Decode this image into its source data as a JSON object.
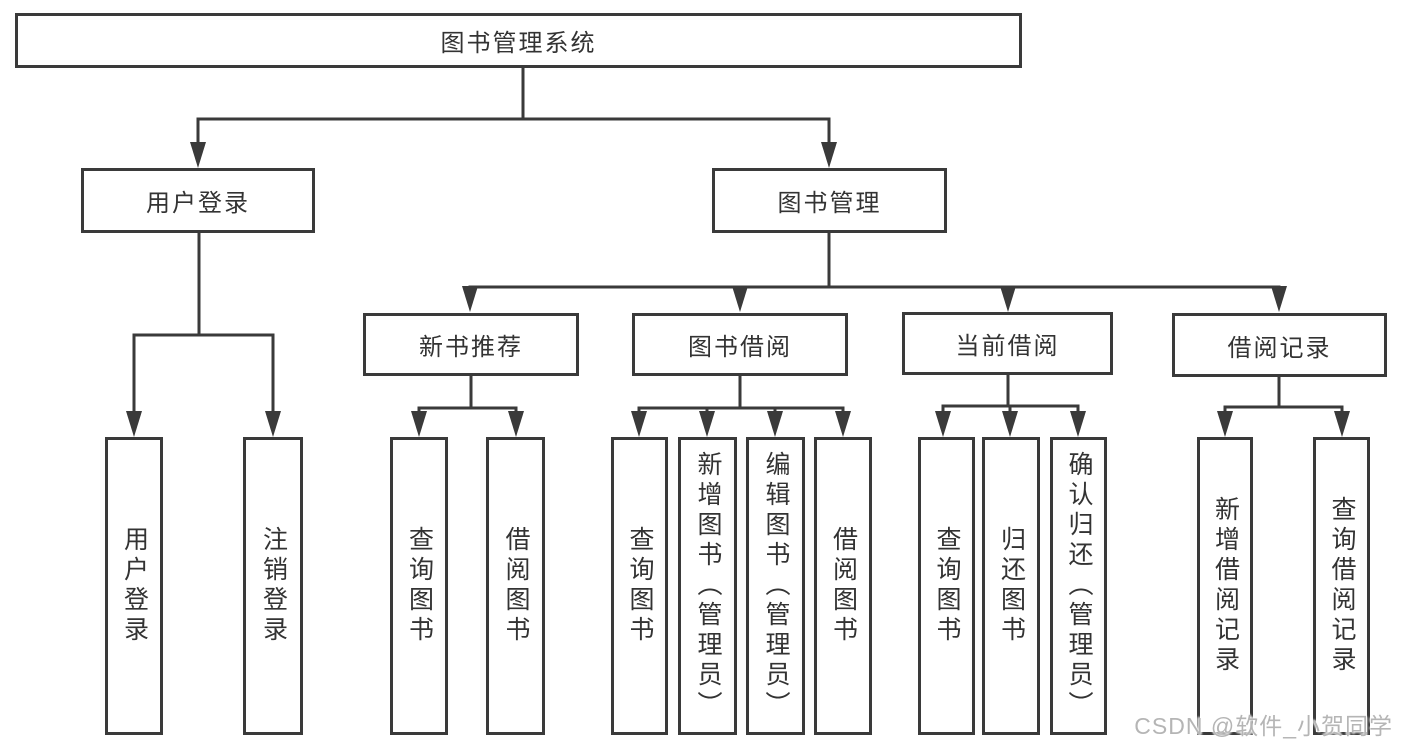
{
  "tree": {
    "root": "图书管理系统",
    "branches": [
      {
        "label": "用户登录",
        "children": [
          "用户登录",
          "注销登录"
        ]
      },
      {
        "label": "图书管理",
        "groups": [
          {
            "label": "新书推荐",
            "children": [
              "查询图书",
              "借阅图书"
            ]
          },
          {
            "label": "图书借阅",
            "children": [
              "查询图书",
              "新增图书（管理员）",
              "编辑图书（管理员）",
              "借阅图书"
            ]
          },
          {
            "label": "当前借阅",
            "children": [
              "查询图书",
              "归还图书",
              "确认归还（管理员）"
            ]
          },
          {
            "label": "借阅记录",
            "children": [
              "新增借阅记录",
              "查询借阅记录"
            ]
          }
        ]
      }
    ]
  },
  "watermark": {
    "text": "CSDN @软件_小贺同学"
  },
  "colors": {
    "line": "#3a3a3a",
    "text": "#333333",
    "background": "#ffffff",
    "watermark": "#b5b5b5"
  }
}
